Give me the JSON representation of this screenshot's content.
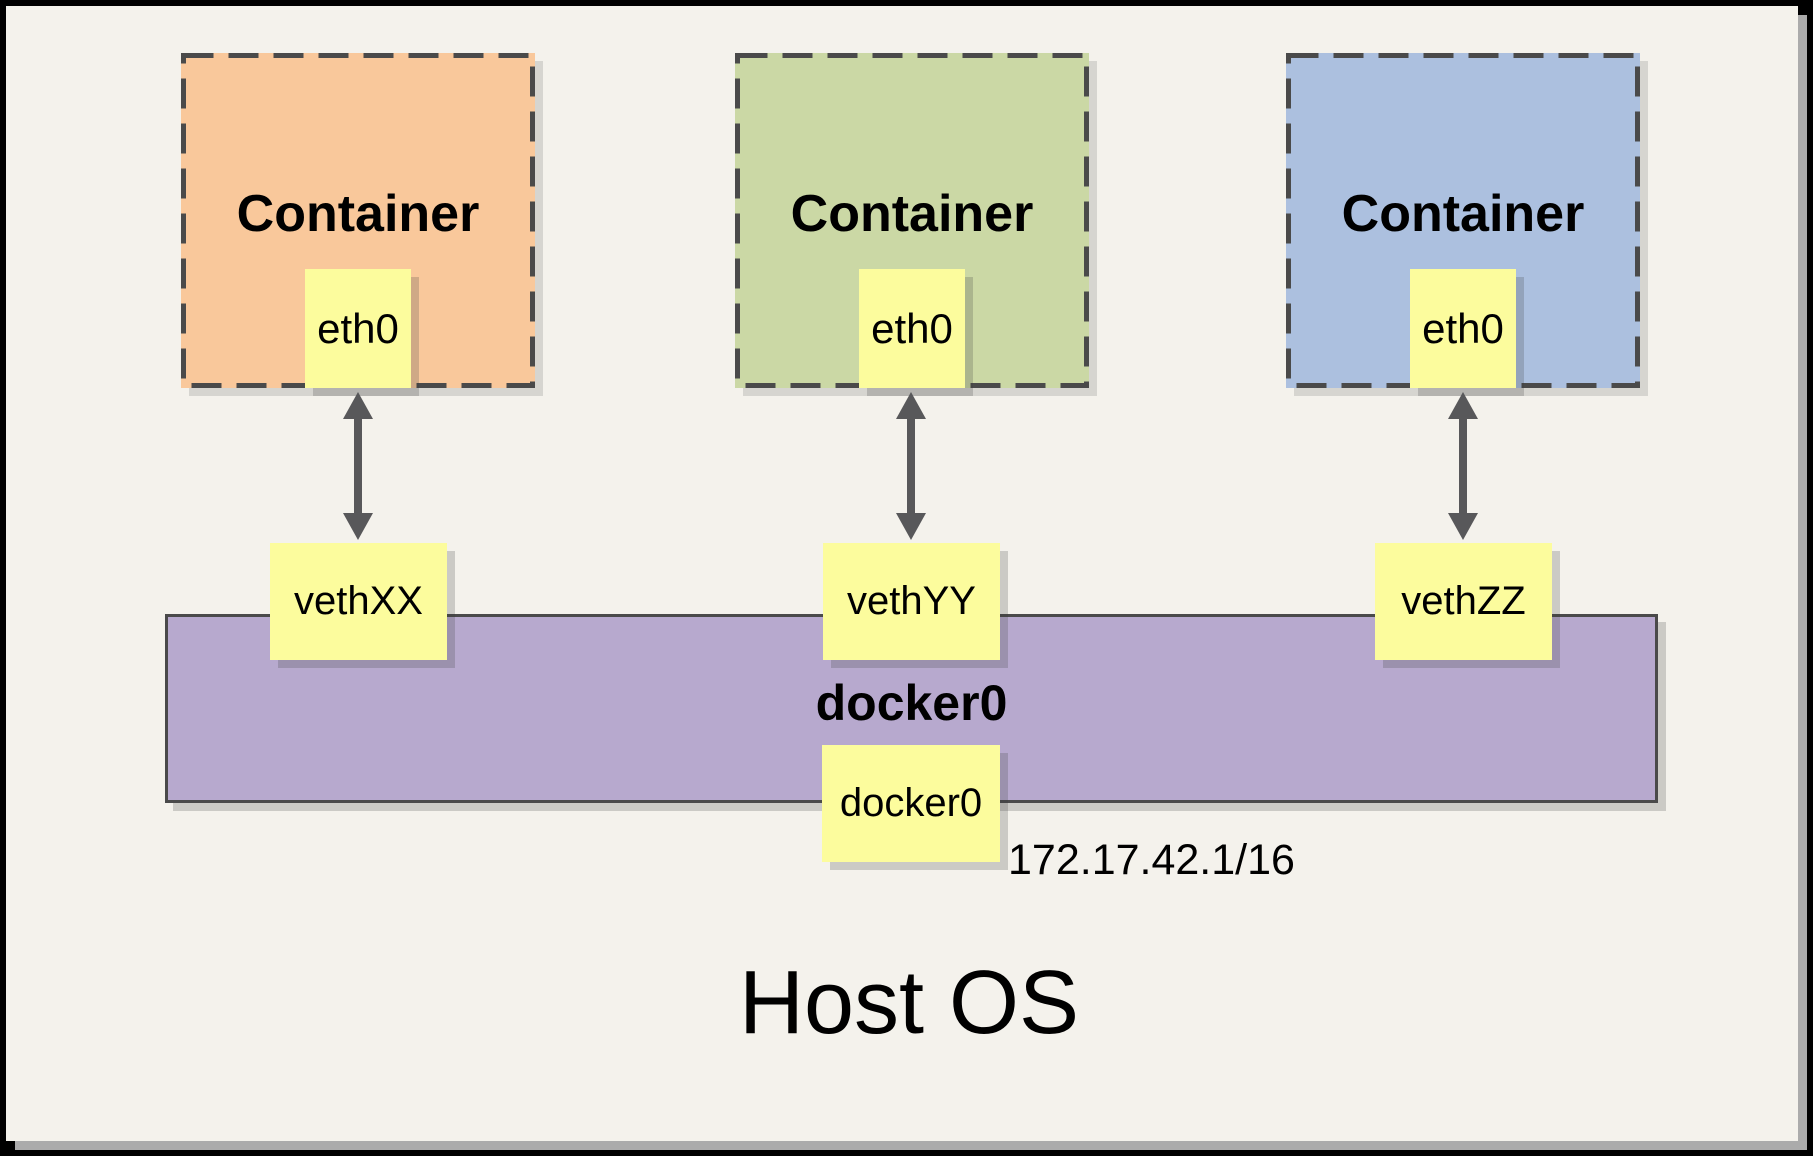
{
  "diagram": {
    "host_os_label": "Host OS",
    "containers": [
      {
        "label": "Container",
        "interface_label": "eth0",
        "veth_label": "vethXX",
        "fill": "#F9C89B"
      },
      {
        "label": "Container",
        "interface_label": "eth0",
        "veth_label": "vethYY",
        "fill": "#CBD8A5"
      },
      {
        "label": "Container",
        "interface_label": "eth0",
        "veth_label": "vethZZ",
        "fill": "#ACC0DF"
      }
    ],
    "bridge": {
      "label": "docker0",
      "interface_label": "docker0",
      "ip_cidr": "172.17.42.1/16",
      "fill": "#B7A9CE"
    },
    "colors": {
      "background": "#F4F2EC",
      "frame": "#000000",
      "interface_box_fill": "#FCFC9D",
      "dashed_border": "#4A4A4A",
      "arrow": "#58585A",
      "canvas_shadow": "#ABABAB"
    }
  }
}
